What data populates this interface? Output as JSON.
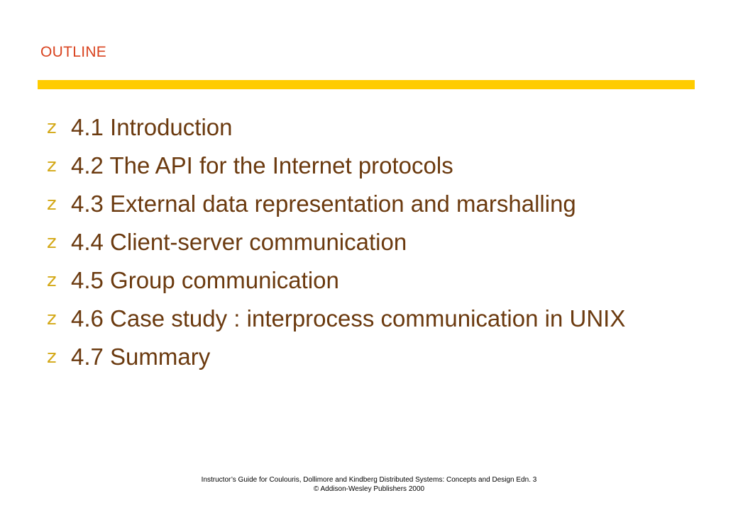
{
  "slide": {
    "title": "OUTLINE",
    "bullet_glyph": "z",
    "items": [
      {
        "text": "4.1 Introduction"
      },
      {
        "text": "4.2 The API for the Internet protocols"
      },
      {
        "text": "4.3 External data representation and marshalling"
      },
      {
        "text": "4.4 Client-server communication"
      },
      {
        "text": "4.5 Group communication"
      },
      {
        "text": "4.6 Case study : interprocess communication in UNIX"
      },
      {
        "text": "4.7 Summary"
      }
    ],
    "footer": {
      "line1": "Instructor’s Guide for  Coulouris, Dollimore and Kindberg   Distributed Systems: Concepts and Design   Edn. 3",
      "line2": "©  Addison-Wesley Publishers 2000"
    }
  },
  "colors": {
    "title": "#d9431f",
    "rule": "#ffcc00",
    "text": "#6b3a0f",
    "bullet": "#d4a817"
  }
}
